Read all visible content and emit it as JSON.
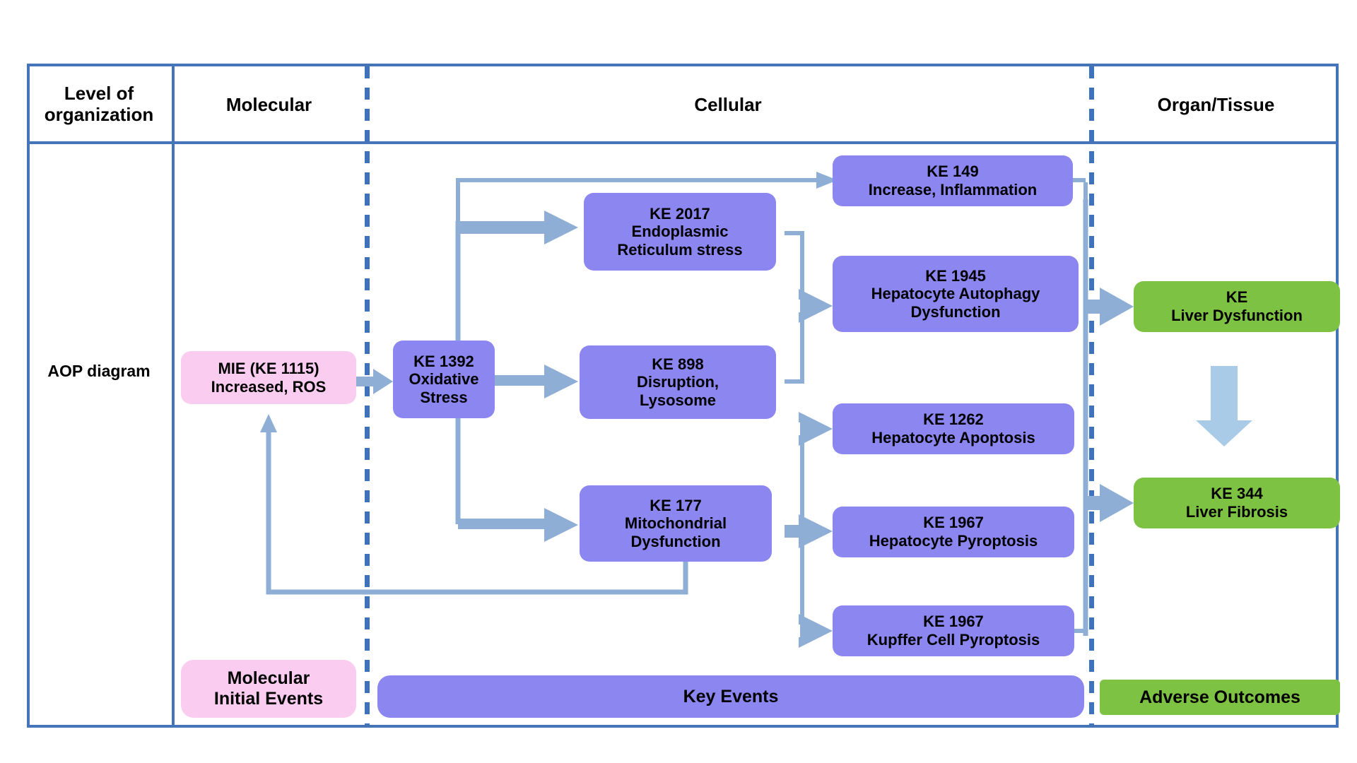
{
  "diagram": {
    "row_label": "AOP diagram",
    "headers": {
      "level": "Level of\norganization",
      "level_line1": "Level of",
      "level_line2": "organization",
      "molecular": "Molecular",
      "cellular": "Cellular",
      "organ": "Organ/Tissue"
    },
    "nodes": {
      "mie_1115": {
        "line1": "MIE (KE 1115)",
        "line2": "Increased, ROS",
        "type": "molecular-initiating-event",
        "color": "#f9ccf0"
      },
      "ke_1392": {
        "line1": "KE 1392",
        "line2": "Oxidative",
        "line3": "Stress",
        "type": "key-event",
        "color": "#8b86f0"
      },
      "ke_2017": {
        "line1": "KE 2017",
        "line2": "Endoplasmic",
        "line3": "Reticulum stress",
        "type": "key-event",
        "color": "#8b86f0"
      },
      "ke_898": {
        "line1": "KE 898",
        "line2": "Disruption,",
        "line3": "Lysosome",
        "type": "key-event",
        "color": "#8b86f0"
      },
      "ke_177": {
        "line1": "KE 177",
        "line2": "Mitochondrial",
        "line3": "Dysfunction",
        "type": "key-event",
        "color": "#8b86f0"
      },
      "ke_149": {
        "line1": "KE 149",
        "line2": "Increase, Inflammation",
        "type": "key-event",
        "color": "#8b86f0"
      },
      "ke_1945": {
        "line1": "KE 1945",
        "line2": "Hepatocyte Autophagy",
        "line3": "Dysfunction",
        "type": "key-event",
        "color": "#8b86f0"
      },
      "ke_1262": {
        "line1": "KE 1262",
        "line2": "Hepatocyte Apoptosis",
        "type": "key-event",
        "color": "#8b86f0"
      },
      "ke_1967_hep": {
        "line1": "KE 1967",
        "line2": "Hepatocyte Pyroptosis",
        "type": "key-event",
        "color": "#8b86f0"
      },
      "ke_1967_kup": {
        "line1": "KE 1967",
        "line2": "Kupffer Cell Pyroptosis",
        "type": "key-event",
        "color": "#8b86f0"
      },
      "ke_liver_dysfunction": {
        "line1": "KE",
        "line2": "Liver Dysfunction",
        "type": "adverse-outcome",
        "color": "#7dc242"
      },
      "ke_344": {
        "line1": "KE 344",
        "line2": "Liver Fibrosis",
        "type": "adverse-outcome",
        "color": "#7dc242"
      }
    },
    "legend": {
      "mie": {
        "line1": "Molecular",
        "line2": "Initial Events",
        "color": "#f9ccf0"
      },
      "ke": {
        "label": "Key Events",
        "color": "#8b86f0"
      },
      "ao": {
        "label": "Adverse Outcomes",
        "color": "#7dc242"
      }
    },
    "colors": {
      "frame_blue": "#4575b8",
      "divider_dashed": "#3f72bc",
      "arrow_blue": "#8eaed6",
      "mie_pink": "#f9ccf0",
      "ke_purple": "#8b86f0",
      "ao_green": "#7dc242"
    },
    "edges": [
      {
        "from": "mie_1115",
        "to": "ke_1392"
      },
      {
        "from": "ke_1392",
        "to": "ke_2017"
      },
      {
        "from": "ke_1392",
        "to": "ke_898"
      },
      {
        "from": "ke_1392",
        "to": "ke_177"
      },
      {
        "from": "ke_1392",
        "to": "ke_149"
      },
      {
        "from": "ke_2017",
        "to": "ke_1945"
      },
      {
        "from": "ke_898",
        "to": "ke_1945"
      },
      {
        "from": "ke_177",
        "to": "ke_1262"
      },
      {
        "from": "ke_177",
        "to": "ke_1967_hep"
      },
      {
        "from": "ke_177",
        "to": "ke_1967_kup"
      },
      {
        "from": "ke_177",
        "to": "mie_1115"
      },
      {
        "from": "ke_1945",
        "to": "ke_liver_dysfunction"
      },
      {
        "from": "ke_149",
        "to": "ke_344"
      },
      {
        "from": "ke_1967_kup",
        "to": "ke_344"
      },
      {
        "from": "ke_liver_dysfunction",
        "to": "ke_344"
      }
    ]
  }
}
